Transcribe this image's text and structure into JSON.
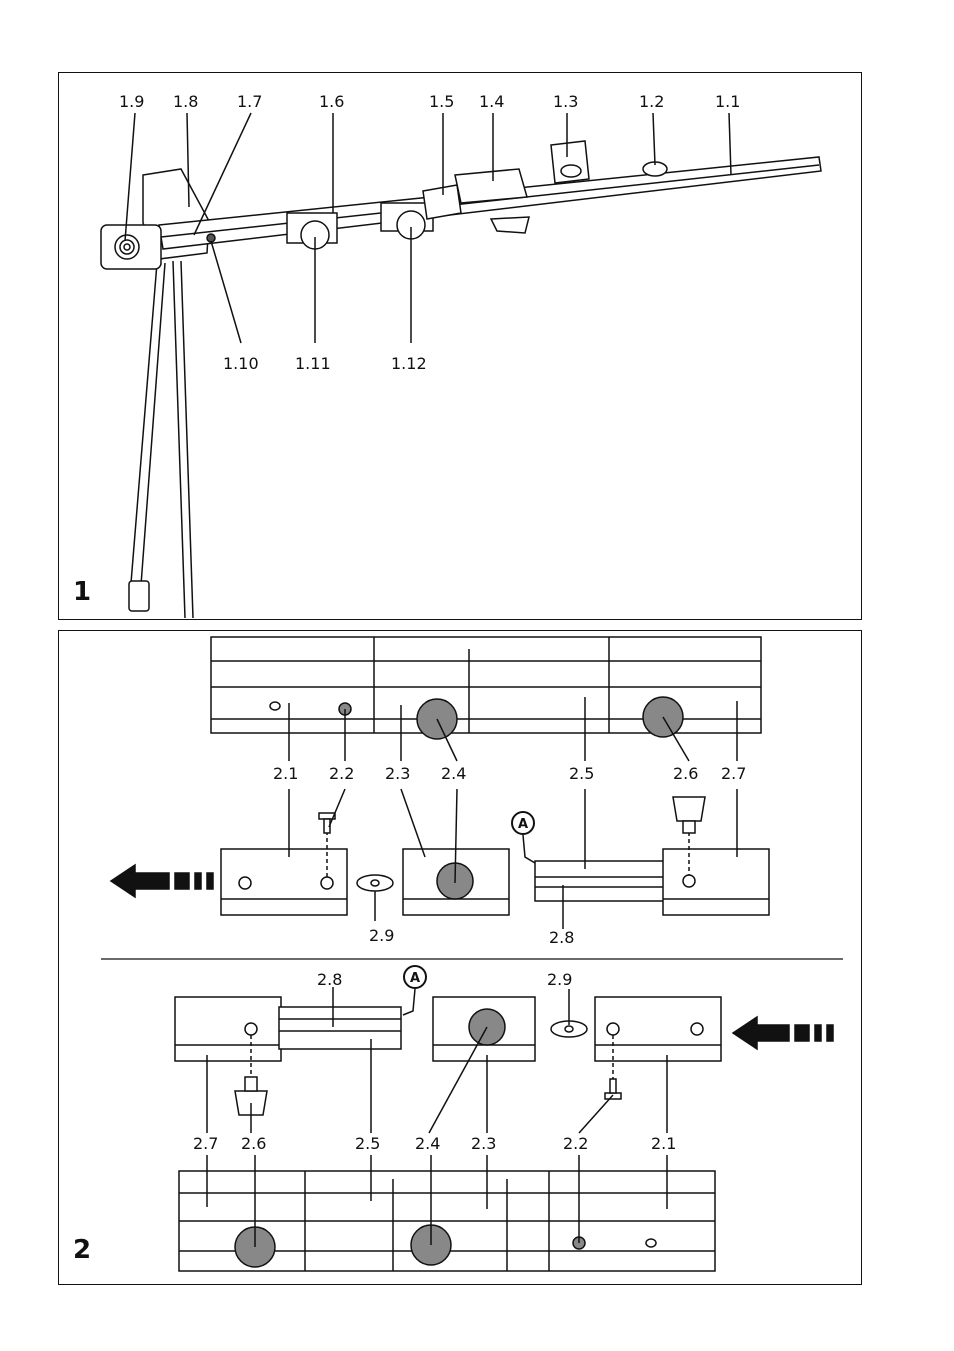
{
  "figure1": {
    "number": "1",
    "callouts_top": [
      "1.9",
      "1.8",
      "1.7",
      "1.6",
      "1.5",
      "1.4",
      "1.3",
      "1.2",
      "1.1"
    ],
    "callouts_bottom": [
      "1.10",
      "1.11",
      "1.12"
    ]
  },
  "figure2": {
    "number": "2",
    "top_photo_labels": [
      "2.1",
      "2.2",
      "2.3",
      "2.4",
      "2.5",
      "2.6",
      "2.7"
    ],
    "top_exploded_labels": [
      "2.9",
      "2.8"
    ],
    "bottom_exploded_labels": [
      "2.8",
      "2.9"
    ],
    "bottom_photo_labels": [
      "2.7",
      "2.6",
      "2.5",
      "2.4",
      "2.3",
      "2.2",
      "2.1"
    ],
    "marker": "A"
  },
  "colors": {
    "line": "#111111",
    "knob": "#888888",
    "part": "#ffffff"
  }
}
